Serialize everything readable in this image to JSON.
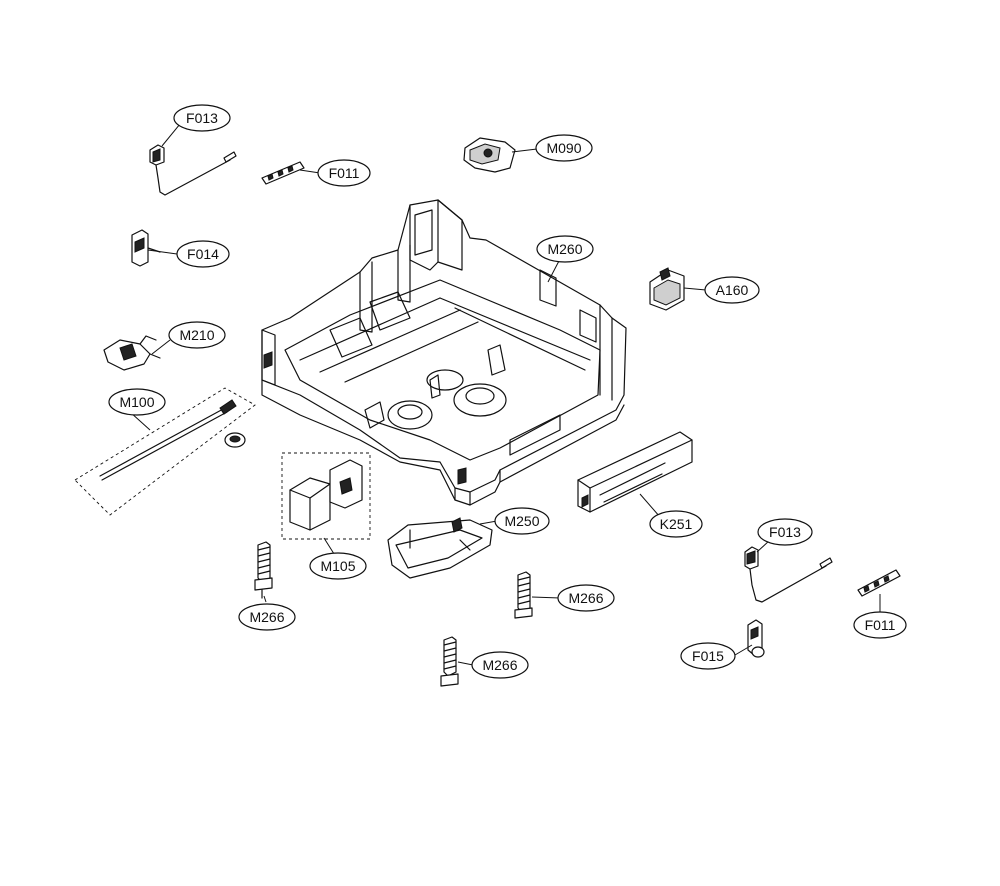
{
  "labels": {
    "f013_top": "F013",
    "f011_top": "F011",
    "m090": "M090",
    "f014": "F014",
    "m260": "M260",
    "a160": "A160",
    "m210": "M210",
    "m100": "M100",
    "m250": "M250",
    "k251": "K251",
    "m105": "M105",
    "m266_left": "M266",
    "m266_mid": "M266",
    "m266_bottom": "M266",
    "f013_right": "F013",
    "f015": "F015",
    "f011_right": "F011"
  }
}
